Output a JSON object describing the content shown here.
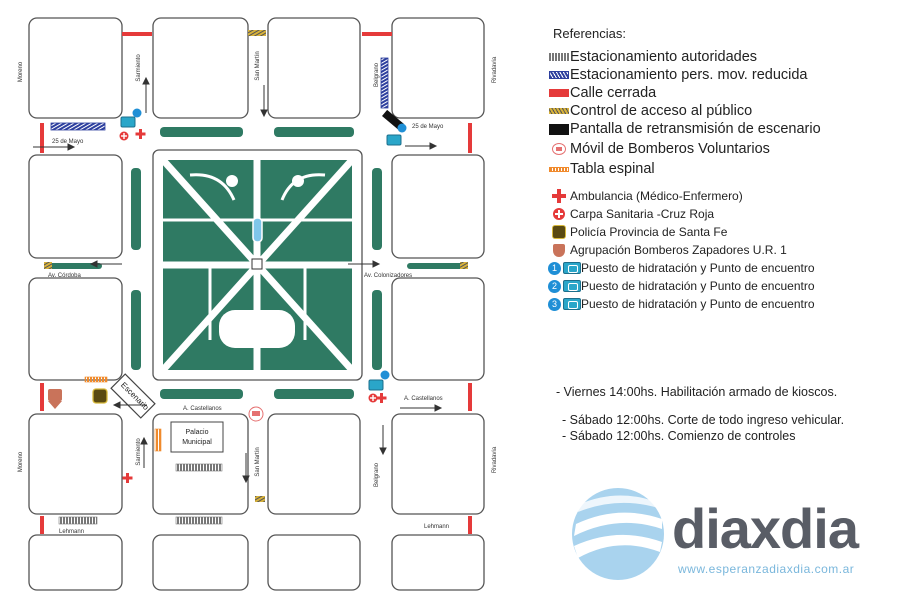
{
  "streets": {
    "moreno": "Moreno",
    "sarmiento": "Sarmiento",
    "san_martin": "San Martín",
    "belgrano": "Belgrano",
    "rivadavia": "Rivadavia",
    "veinticinco_de_mayo": "25 de Mayo",
    "av_cordoba": "Av. Córdoba",
    "av_colonizadores": "Av. Colonizadores",
    "a_castellanos": "A. Castellanos",
    "a_castellanos_2": "A. Castellanos",
    "lehmann": "Lehmann"
  },
  "map_labels": {
    "escenario": "Escenario",
    "palacio_municipal_1": "Palacio",
    "palacio_municipal_2": "Municipal"
  },
  "legend": {
    "title": "Referencias:",
    "items": [
      {
        "key": "hatch",
        "label": "Estacionamiento autoridades"
      },
      {
        "key": "blue",
        "label": "Estacionamiento pers. mov. reducida"
      },
      {
        "key": "red",
        "label": "Calle cerrada"
      },
      {
        "key": "yellow",
        "label": "Control de acceso al público"
      },
      {
        "key": "black",
        "label": "Pantalla de retransmisión de escenario"
      },
      {
        "key": "firetruck",
        "label": "Móvil de Bomberos Voluntarios"
      },
      {
        "key": "orange",
        "label": "Tabla espinal"
      }
    ],
    "items2": [
      {
        "key": "cross",
        "label": "Ambulancia (Médico-Enfermero)"
      },
      {
        "key": "redcross",
        "label": "Carpa Sanitaria -Cruz Roja"
      },
      {
        "key": "police",
        "label": "Policía Provincia de Santa Fe"
      },
      {
        "key": "shield",
        "label": "Agrupación Bomberos Zapadores U.R. 1"
      }
    ],
    "points": [
      {
        "num": "1",
        "label": "Puesto de hidratación y Punto de encuentro"
      },
      {
        "num": "2",
        "label": "Puesto de hidratación y Punto de encuentro"
      },
      {
        "num": "3",
        "label": "Puesto de hidratación y Punto de encuentro"
      }
    ]
  },
  "schedule": {
    "friday": "- Viernes  14:00hs. Habilitación armado de kioscos.",
    "saturday_1": "- Sábado  12:00hs. Corte de todo ingreso vehicular.",
    "saturday_2": "- Sábado  12:00hs. Comienzo de controles"
  },
  "logo": {
    "word": "diaxdia",
    "url": "www.esperanzadiaxdia.com.ar"
  },
  "colors": {
    "plaza_green": "#2f7a63",
    "closed_red": "#e53a3a",
    "disabled_blue": "#2d3f9e",
    "hydration_blue": "#1f8fd6",
    "logo_gray": "#595d66",
    "logo_blue": "#7ab7dc"
  }
}
